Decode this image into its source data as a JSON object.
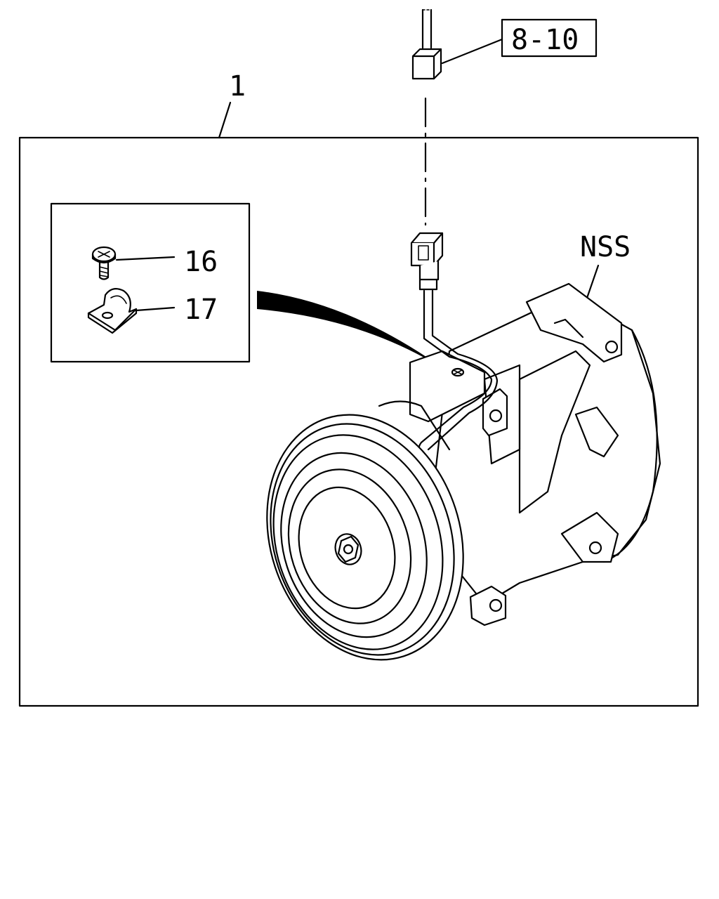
{
  "callouts": {
    "assembly": "1",
    "ref_box": "8-10",
    "bolt": "16",
    "clip": "17",
    "nss": "NSS"
  },
  "colors": {
    "ink": "#000000",
    "paper": "#ffffff"
  }
}
